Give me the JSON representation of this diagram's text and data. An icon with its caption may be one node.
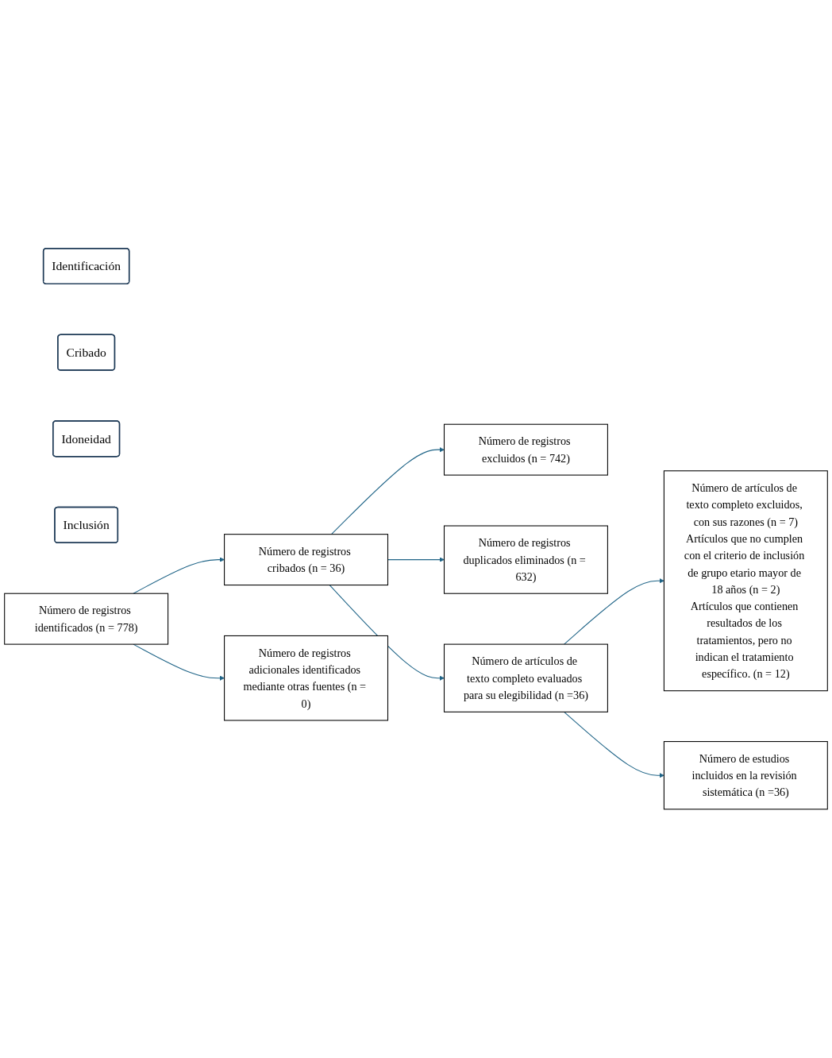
{
  "diagram": {
    "nodes": [
      {
        "text": [
          "Identificación"
        ]
      },
      {
        "text": [
          "Número de registros identificados (n = 778)"
        ]
      },
      {
        "text": [
          "Número de registros adicionales identificados mediante otras fuentes (n = 0)"
        ]
      },
      {
        "text": [
          "Cribado"
        ]
      },
      {
        "text": [
          "Número de registros cribados (n = 36)"
        ]
      },
      {
        "text": [
          "Número de registros excluidos (n = 742)"
        ]
      },
      {
        "text": [
          "Número de registros duplicados eliminados (n = 632)"
        ]
      },
      {
        "text": [
          "Idoneidad"
        ]
      },
      {
        "text": [
          "Número de artículos de texto completo evaluados para su elegibilidad (n =36)"
        ]
      },
      {
        "text": [
          "Número de artículos de texto completo excluidos, con sus razones (n = 7)",
          "Artículos que no cumplen con el criterio de inclusión de grupo etario mayor de 18 años (n = 2)",
          "Artículos que contienen resultados de los tratamientos, pero no indican el tratamiento específico. (n = 12)"
        ]
      },
      {
        "text": [
          "Inclusión"
        ]
      },
      {
        "text": [
          "Número de estudios incluidos en la revisión sistemática (n =36)"
        ]
      }
    ],
    "edges": [
      {
        "from": 1,
        "to": 2,
        "arrow": "to"
      },
      {
        "from": 1,
        "to": 4,
        "arrow": "to"
      },
      {
        "from": 4,
        "to": 5,
        "arrow": "to"
      },
      {
        "from": 4,
        "to": 6,
        "arrow": "to"
      },
      {
        "from": 4,
        "to": 8,
        "arrow": "to"
      },
      {
        "from": 8,
        "to": 9,
        "arrow": "to"
      },
      {
        "from": 8,
        "to": 11,
        "arrow": "to"
      }
    ]
  }
}
